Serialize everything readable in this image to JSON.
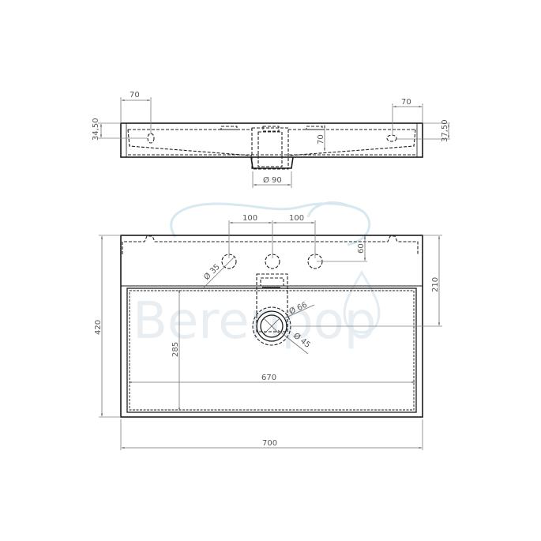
{
  "watermark": {
    "text": "Berenpop",
    "color": "#dfe8ee",
    "accent_color": "#cfe3ee"
  },
  "top_view": {
    "width_left_offset": "70",
    "width_right_offset": "70",
    "left_hole_height": "34,50",
    "right_hole_height": "37,50",
    "basin_depth": "70",
    "drain_diameter": "Ø 90"
  },
  "front_view": {
    "tap_spacing_left": "100",
    "tap_spacing_right": "100",
    "tap_hole_diameter": "Ø 35",
    "tap_hole_offset": "60",
    "overflow_diameter": "Ø 66",
    "drain_diameter": "Ø 45",
    "drain_height": "210",
    "total_depth": "420",
    "basin_depth": "285",
    "basin_width": "670",
    "total_width": "700"
  },
  "colors": {
    "outline": "#1a1a1a",
    "dimension": "#707070",
    "background": "#ffffff"
  }
}
